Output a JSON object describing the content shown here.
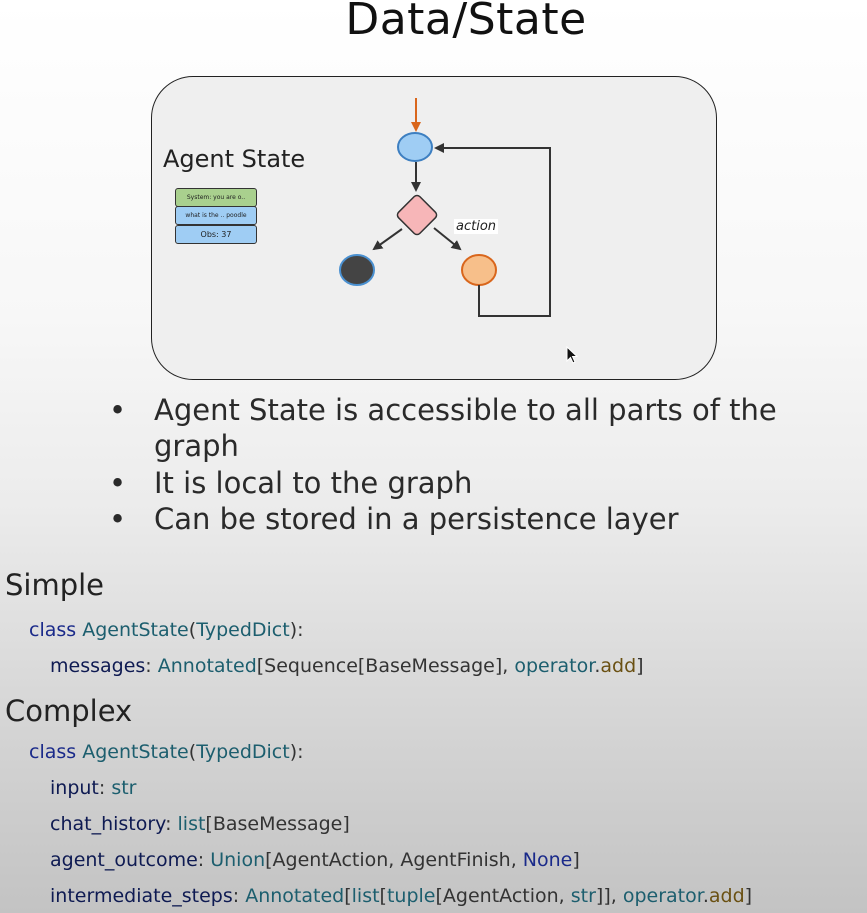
{
  "title": "Data/State",
  "diagram": {
    "agent_state_label": "Agent State",
    "state_entries": [
      "System: you are o..",
      "what is the .. poodle",
      "Obs: 37"
    ],
    "edge_label": "action"
  },
  "bullets": [
    "Agent State is accessible to all parts of the graph",
    "It is local to the graph",
    "Can be stored in a persistence layer"
  ],
  "bullet_symbol": "•",
  "simple": {
    "heading": "Simple",
    "lines": [
      [
        {
          "t": "class ",
          "c": "kw"
        },
        {
          "t": "AgentState",
          "c": "cls"
        },
        {
          "t": "(",
          "c": "punc"
        },
        {
          "t": "TypedDict",
          "c": "cls"
        },
        {
          "t": "):",
          "c": "punc"
        }
      ],
      [
        {
          "t": "messages",
          "c": "id"
        },
        {
          "t": ": ",
          "c": "punc"
        },
        {
          "t": "Annotated",
          "c": "cls"
        },
        {
          "t": "[Sequence[BaseMessage], ",
          "c": "punc"
        },
        {
          "t": "operator",
          "c": "cls"
        },
        {
          "t": ".",
          "c": "punc"
        },
        {
          "t": "add",
          "c": "meth"
        },
        {
          "t": "]",
          "c": "punc"
        }
      ]
    ]
  },
  "complex": {
    "heading": "Complex",
    "lines": [
      [
        {
          "t": "class ",
          "c": "kw"
        },
        {
          "t": "AgentState",
          "c": "cls"
        },
        {
          "t": "(",
          "c": "punc"
        },
        {
          "t": "TypedDict",
          "c": "cls"
        },
        {
          "t": "):",
          "c": "punc"
        }
      ],
      [
        {
          "t": "input",
          "c": "id"
        },
        {
          "t": ": ",
          "c": "punc"
        },
        {
          "t": "str",
          "c": "cls"
        }
      ],
      [
        {
          "t": "chat_history",
          "c": "id"
        },
        {
          "t": ": ",
          "c": "punc"
        },
        {
          "t": "list",
          "c": "cls"
        },
        {
          "t": "[BaseMessage]",
          "c": "punc"
        }
      ],
      [
        {
          "t": "agent_outcome",
          "c": "id"
        },
        {
          "t": ": ",
          "c": "punc"
        },
        {
          "t": "Union",
          "c": "cls"
        },
        {
          "t": "[AgentAction, AgentFinish, ",
          "c": "punc"
        },
        {
          "t": "None",
          "c": "kw"
        },
        {
          "t": "]",
          "c": "punc"
        }
      ],
      [
        {
          "t": "intermediate_steps",
          "c": "id"
        },
        {
          "t": ": ",
          "c": "punc"
        },
        {
          "t": "Annotated",
          "c": "cls"
        },
        {
          "t": "[",
          "c": "punc"
        },
        {
          "t": "list",
          "c": "cls"
        },
        {
          "t": "[",
          "c": "punc"
        },
        {
          "t": "tuple",
          "c": "cls"
        },
        {
          "t": "[AgentAction, ",
          "c": "punc"
        },
        {
          "t": "str",
          "c": "cls"
        },
        {
          "t": "]], ",
          "c": "punc"
        },
        {
          "t": "operator",
          "c": "cls"
        },
        {
          "t": ".",
          "c": "punc"
        },
        {
          "t": "add",
          "c": "meth"
        },
        {
          "t": "]",
          "c": "punc"
        }
      ]
    ]
  },
  "colors": {
    "node_blue": "#9fcdf4",
    "node_blue_border": "#3d7fc1",
    "decision_pink": "#f7b6b8",
    "finish_dark": "#444444",
    "tool_orange": "#f7bf8a",
    "tool_orange_border": "#d9661c",
    "entry_arrow": "#d9661c",
    "state_green": "#a9d08e"
  }
}
